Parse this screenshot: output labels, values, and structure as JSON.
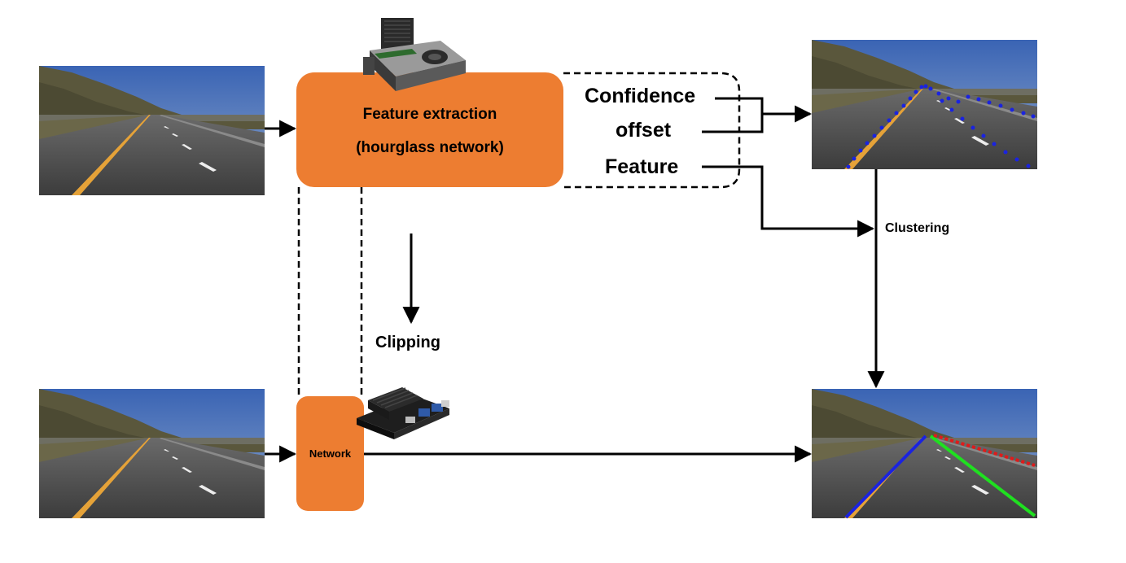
{
  "diagram": {
    "main_box": {
      "line1": "Feature extraction",
      "line2": "(hourglass network)"
    },
    "outputs": {
      "confidence": "Confidence",
      "offset": "offset",
      "feature": "Feature"
    },
    "clustering_label": "Clustering",
    "clipping_label": "Clipping",
    "network_box": "Network",
    "colors": {
      "box_fill": "#ED7D31",
      "arrow": "#000000",
      "sky": "#3F6CB8",
      "road": "#4A4A4A",
      "hill": "#5B5A3E",
      "lane_yellow": "#E8A33A",
      "points_blue": "#1A23E0",
      "line_blue": "#1A23E0",
      "line_green": "#1FE020",
      "line_red": "#E01A1A"
    },
    "icons": {
      "gpu": "gpu-card-icon",
      "jetson": "jetson-board-icon"
    }
  }
}
